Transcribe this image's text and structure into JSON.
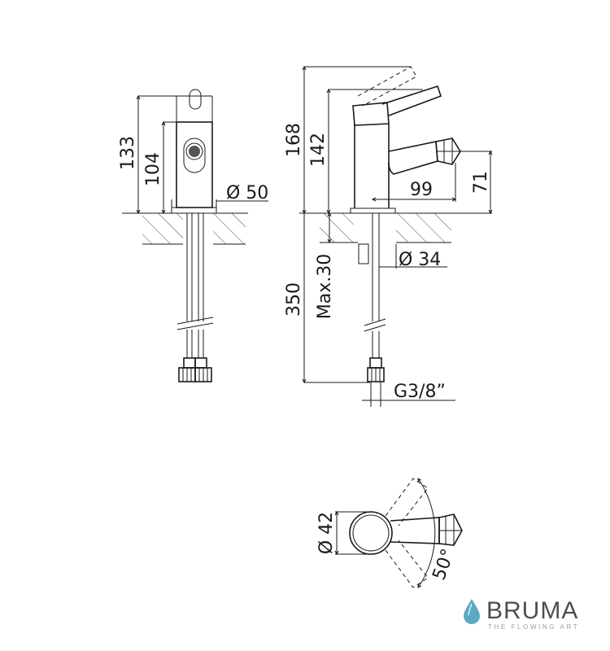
{
  "dimensions": {
    "side_total_height": "133",
    "side_body_height": "104",
    "base_diameter": "Ø 50",
    "front_total_height": "168",
    "front_body_height": "142",
    "spout_reach": "99",
    "spout_height": "71",
    "hose_length": "350",
    "max_deck_thickness": "Max.30",
    "hole_diameter": "Ø 34",
    "thread_size": "G3/8”",
    "body_diameter": "Ø 42",
    "swivel_angle": "50°"
  },
  "brand": {
    "name": "BRUMA",
    "tagline": "THE FLOWING ART",
    "color": "#5aa9c4"
  }
}
